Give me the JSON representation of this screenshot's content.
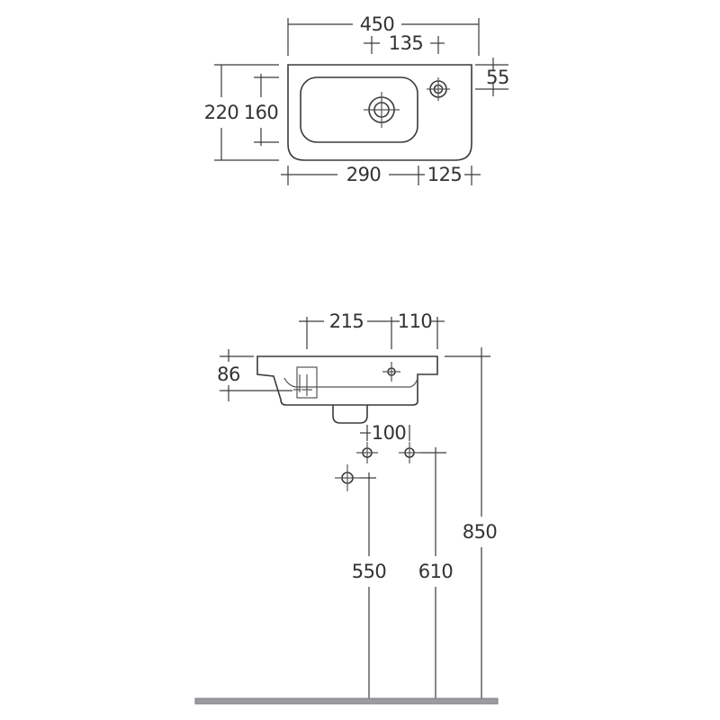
{
  "top_view": {
    "width_total": "450",
    "tap_offset": "135",
    "tap_edge": "55",
    "depth_total": "220",
    "bowl_depth": "160",
    "bowl_width": "290",
    "deck_width": "125"
  },
  "side_view": {
    "bowl_offset": "215",
    "tap_offset": "110",
    "basin_height": "86",
    "pipe_spacing": "100",
    "waste_height": "550",
    "supply_height": "610",
    "rim_height": "850"
  },
  "colors": {
    "line": "#3a3a3a",
    "text": "#333333",
    "floor": "#9c9ca0"
  }
}
